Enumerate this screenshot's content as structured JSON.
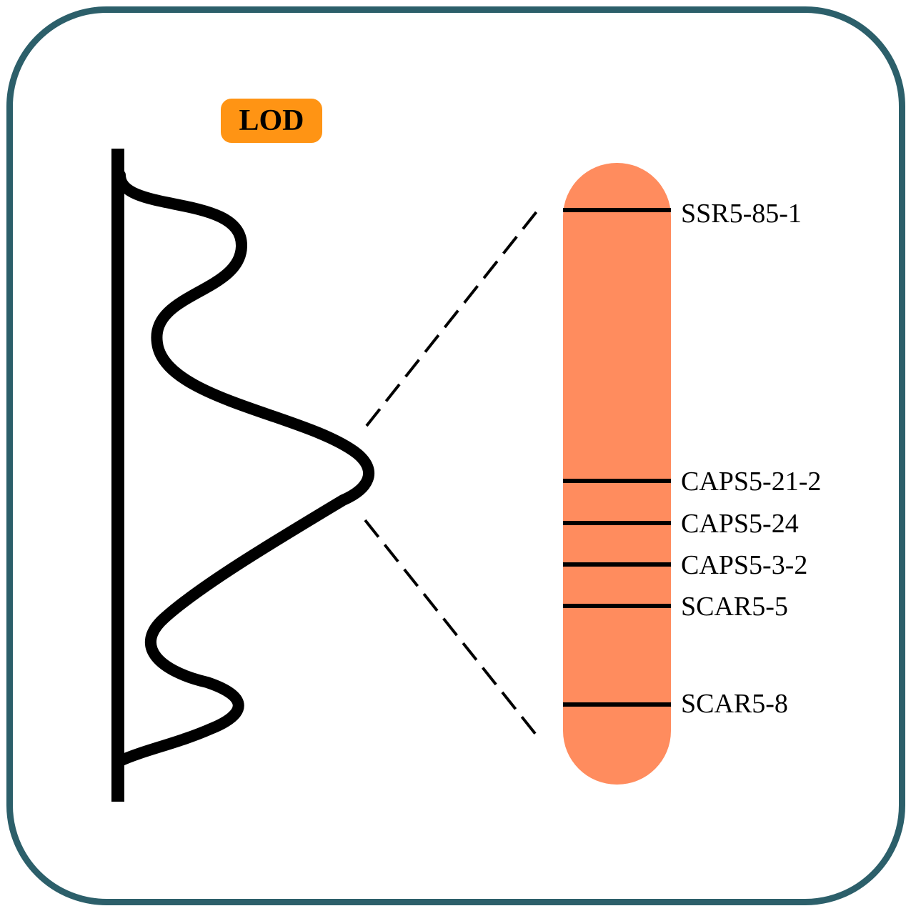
{
  "lod_label": "LOD",
  "colors": {
    "frame": "#2c5f6a",
    "badge": "#ff9414",
    "chromosome": "#ff8c5e",
    "lines": "#000000"
  },
  "markers": [
    {
      "name": "SSR5-85-1"
    },
    {
      "name": "CAPS5-21-2"
    },
    {
      "name": "CAPS5-24"
    },
    {
      "name": "CAPS5-3-2"
    },
    {
      "name": "SCAR5-5"
    },
    {
      "name": "SCAR5-8"
    }
  ]
}
